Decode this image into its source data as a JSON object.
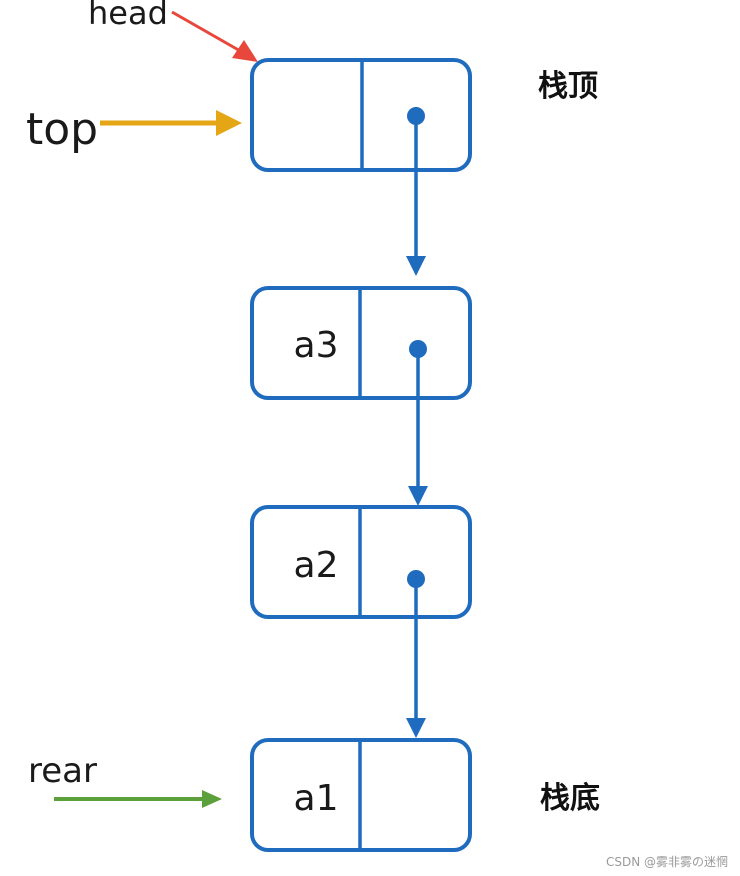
{
  "labels": {
    "head": "head",
    "top": "top",
    "rear": "rear",
    "stack_top": "栈顶",
    "stack_bottom": "栈底"
  },
  "nodes": [
    {
      "data": ""
    },
    {
      "data": "a3"
    },
    {
      "data": "a2"
    },
    {
      "data": "a1"
    }
  ],
  "watermark": "CSDN @雾非雾の迷惘",
  "colors": {
    "node_stroke": "#1f6cbf",
    "head_arrow": "#e8473c",
    "top_arrow": "#e5a615",
    "rear_arrow": "#5ba03a"
  }
}
